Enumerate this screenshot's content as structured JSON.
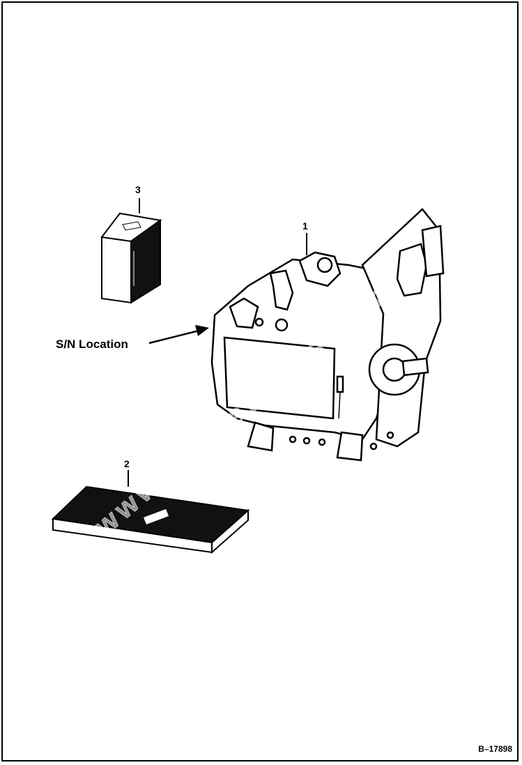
{
  "callouts": {
    "engine": "1",
    "manual": "2",
    "filter": "3"
  },
  "sn_label": "S/N Location",
  "figure_number": "B–17898",
  "watermark": "www.bobcatparts.com"
}
